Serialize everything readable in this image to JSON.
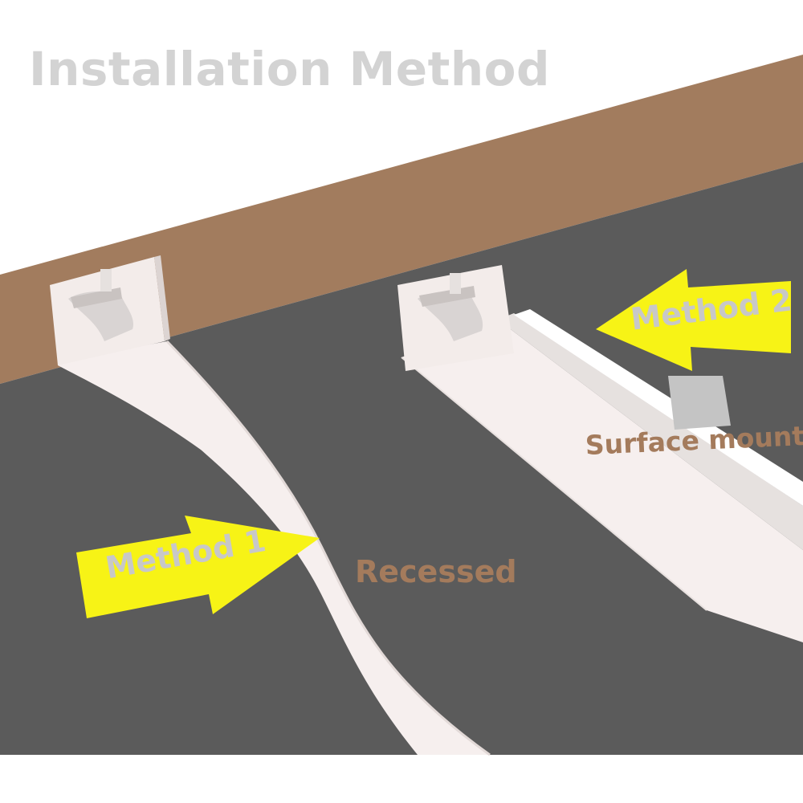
{
  "title": "Installation Method",
  "methods": [
    {
      "arrow_label": "Method 1",
      "type_label": "Recessed"
    },
    {
      "arrow_label": "Method 2",
      "type_label": "Surface mount"
    }
  ],
  "colors": {
    "background": "#ffffff",
    "wall": "#a27c5e",
    "floor": "#5b5b5b",
    "strip": "#f6efee",
    "arrow": "#f7f316",
    "title_text": "#d3d3d3",
    "label_text": "#a47b5c"
  }
}
